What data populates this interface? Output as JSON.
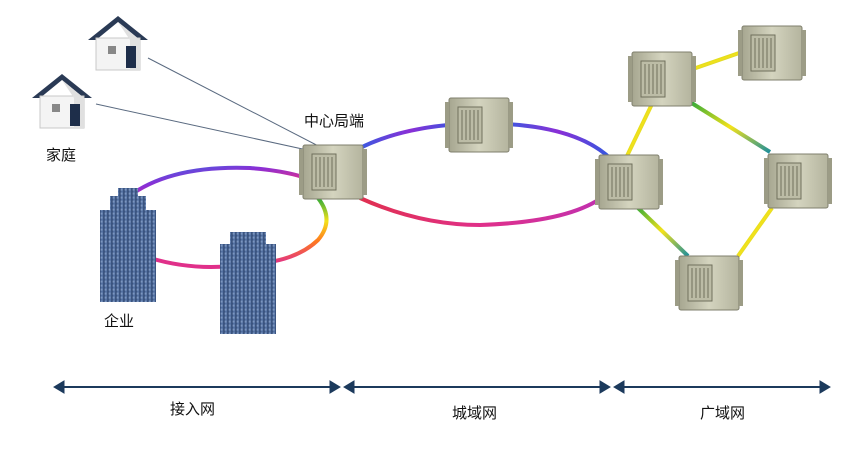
{
  "labels": {
    "central_office": "中心局端",
    "home": "家庭",
    "enterprise": "企业"
  },
  "sections": [
    {
      "label": "接入网"
    },
    {
      "label": "城域网"
    },
    {
      "label": "广域网"
    }
  ],
  "colors": {
    "fiber_gradient": [
      "#4a4ae0",
      "#9b2fd6",
      "#e0307a",
      "#ff6a1e",
      "#f4e21a",
      "#2faa3a",
      "#1f8fb0"
    ],
    "node_fill": "#c8c8b2",
    "building_fill": "#3d5a8c",
    "house_roof": "#2a3a55",
    "arrow_color": "#1c3a5c"
  },
  "icons": [
    "house-icon",
    "office-building-icon",
    "network-switch-icon",
    "double-arrow-icon"
  ]
}
